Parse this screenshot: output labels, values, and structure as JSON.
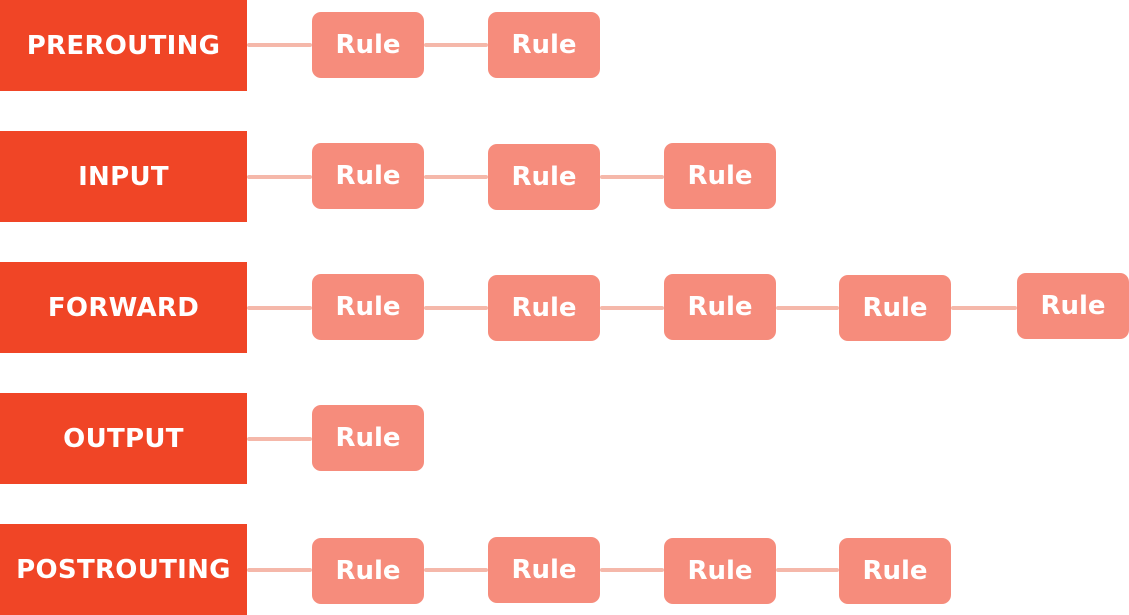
{
  "chains": [
    {
      "label": "PREROUTING",
      "rules": [
        "Rule",
        "Rule"
      ]
    },
    {
      "label": "INPUT",
      "rules": [
        "Rule",
        "Rule",
        "Rule"
      ]
    },
    {
      "label": "FORWARD",
      "rules": [
        "Rule",
        "Rule",
        "Rule",
        "Rule",
        "Rule"
      ]
    },
    {
      "label": "OUTPUT",
      "rules": [
        "Rule"
      ]
    },
    {
      "label": "POSTROUTING",
      "rules": [
        "Rule",
        "Rule",
        "Rule",
        "Rule"
      ]
    }
  ],
  "colors": {
    "chain_fill": "#f04526",
    "rule_fill": "#f68c7c",
    "connector": "#f5b8aa",
    "text": "#ffffff"
  }
}
